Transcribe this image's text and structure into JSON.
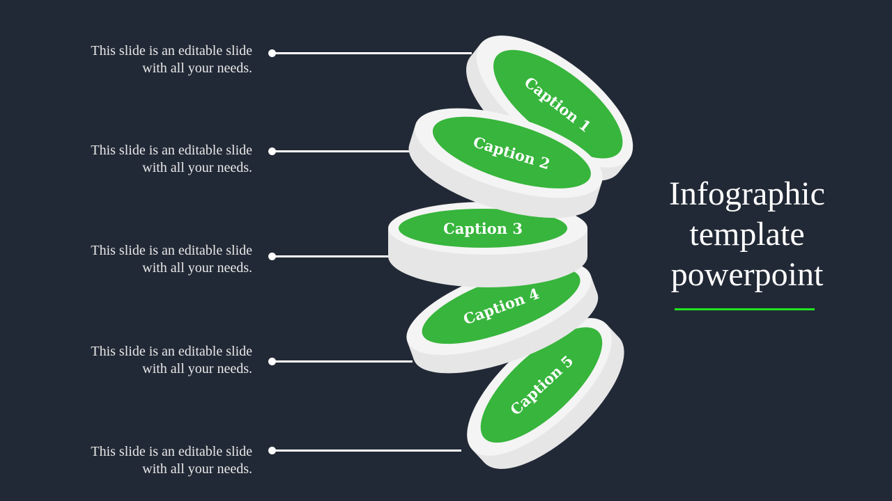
{
  "items": [
    {
      "caption": "Caption 1",
      "line1": "This slide is an editable slide",
      "line2": "with all your needs."
    },
    {
      "caption": "Caption 2",
      "line1": "This slide is an editable slide",
      "line2": "with all your needs."
    },
    {
      "caption": "Caption 3",
      "line1": "This slide is an editable slide",
      "line2": "with all your needs."
    },
    {
      "caption": "Caption 4",
      "line1": "This slide is an editable slide",
      "line2": "with all your needs."
    },
    {
      "caption": "Caption 5",
      "line1": "This slide is an editable slide",
      "line2": "with all your needs."
    }
  ],
  "title": {
    "line1": "Infographic",
    "line2": "template",
    "line3": "powerpoint"
  },
  "colors": {
    "background": "#222936",
    "green": "#37b53c",
    "accent_line": "#1ee61e",
    "disc": "#f2f2f2"
  }
}
